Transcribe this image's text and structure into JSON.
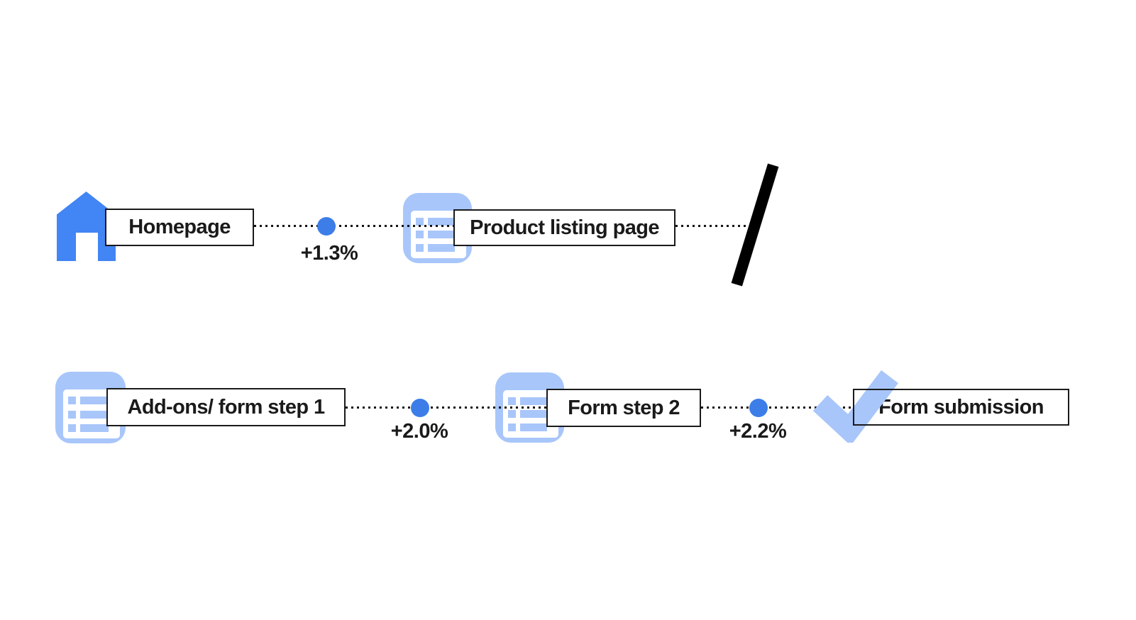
{
  "diagram": {
    "type": "user-journey-funnel",
    "rows": [
      {
        "nodes": [
          {
            "icon": "home-icon",
            "label": "Homepage"
          },
          {
            "icon": "list-icon",
            "label": "Product listing page"
          }
        ],
        "connectors": [
          {
            "delta": "+1.3%"
          }
        ],
        "truncation_marker": "slash"
      },
      {
        "nodes": [
          {
            "icon": "list-icon",
            "label": "Add-ons/ form step 1"
          },
          {
            "icon": "list-icon",
            "label": "Form step 2"
          },
          {
            "icon": "check-icon",
            "label": "Form submission"
          }
        ],
        "connectors": [
          {
            "delta": "+2.0%"
          },
          {
            "delta": "+2.2%"
          }
        ]
      }
    ],
    "palette": {
      "icon_blue": "#4285f4",
      "dot_blue": "#3d7de8",
      "light_blue": "#a8c6fa",
      "ink": "#1a1a1a",
      "background": "#ffffff"
    }
  }
}
